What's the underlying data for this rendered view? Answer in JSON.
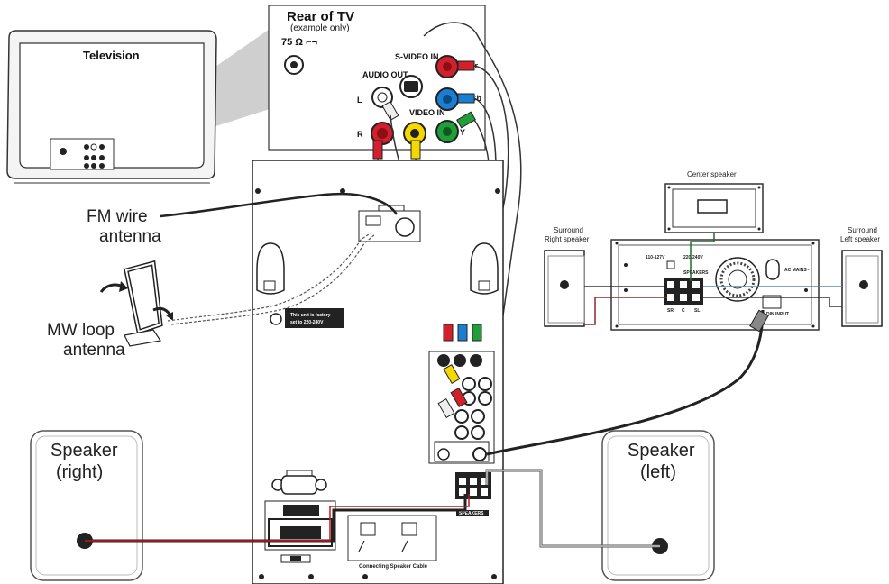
{
  "television": {
    "label": "Television"
  },
  "rear_tv": {
    "title": "Rear of TV",
    "subtitle": "(example only)",
    "antenna_label": "75 Ω ⌐¬",
    "audio_out": "AUDIO OUT",
    "left": "L",
    "right": "R",
    "svideo_in": "S-VIDEO IN",
    "video_in": "VIDEO IN",
    "pr_cr": "Pr/Cr",
    "pb_cb": "Pb/Cb",
    "y": "Y"
  },
  "antennas": {
    "fm_line1": "FM wire",
    "fm_line2": "antenna",
    "mw_line1": "MW loop",
    "mw_line2": "antenna"
  },
  "speakers": {
    "right_line1": "Speaker",
    "right_line2": "(right)",
    "left_line1": "Speaker",
    "left_line2": "(left)",
    "center": "Center speaker",
    "surround_right_line1": "Surround",
    "surround_right_line2": "Right speaker",
    "surround_left_line1": "Surround",
    "surround_left_line2": "Left speaker"
  },
  "subwoofer_unit": {
    "voltage_1": "110-127V",
    "voltage_2": "220-240V",
    "speakers_label": "SPEAKERS",
    "ac_mains": "AC MAINS~",
    "din_input": "DIN INPUT",
    "sr": "SR",
    "c": "C",
    "sl": "SL"
  },
  "main_unit": {
    "voltage_note_1": "This unit is factory",
    "voltage_note_2": "set to 220-240V",
    "connecting_cable": "Connecting Speaker Cable",
    "speaker_label": "SPEAKERS"
  },
  "colors": {
    "red": "#d2202c",
    "yellow": "#f5d800",
    "green": "#1f9e3a",
    "blue": "#1b7fd1",
    "cable": "#333333",
    "speaker_red_wire": "#c0171c"
  }
}
